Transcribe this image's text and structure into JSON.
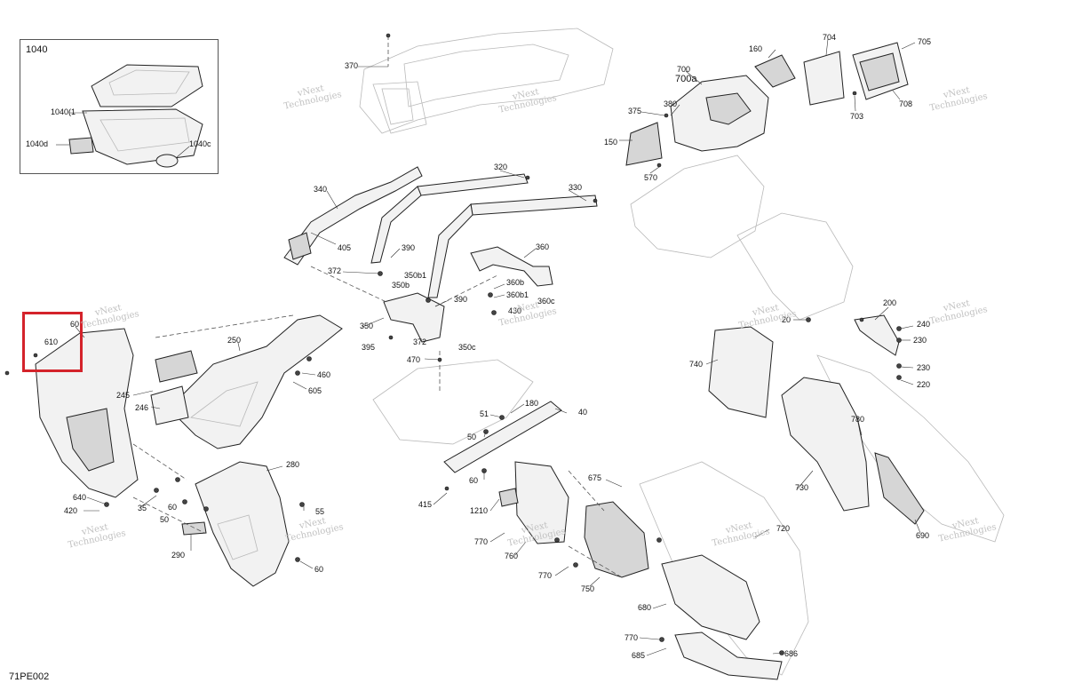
{
  "diagram": {
    "code": "71PE002",
    "inset_title": "1040",
    "watermark_brand": "vNext",
    "watermark_sub": "Technologies",
    "labels": {
      "l1040a": "1040(1",
      "l1040d": "1040d",
      "l1040c": "1040c",
      "l370": "370",
      "l340": "340",
      "l405": "405",
      "l320": "320",
      "l330": "330",
      "l390a": "390",
      "l372a": "372",
      "l350b1": "350b1",
      "l350b": "350b",
      "l390b": "390",
      "l360": "360",
      "l360b": "360b",
      "l360b1": "360b1",
      "l360c": "360c",
      "l430": "430",
      "l350": "350",
      "l372b": "372",
      "l395": "395",
      "l350c": "350c",
      "l470": "470",
      "l160": "160",
      "l704": "704",
      "l705": "705",
      "l700": "700",
      "l700a": "700a",
      "l375": "375",
      "l380": "380",
      "l150": "150",
      "l570": "570",
      "l703": "703",
      "l708": "708",
      "l20": "20",
      "l200": "200",
      "l240": "240",
      "l230a": "230",
      "l230b": "230",
      "l220": "220",
      "l740": "740",
      "l780": "780",
      "l730": "730",
      "l690": "690",
      "l610": "610",
      "l60a": "60",
      "l250": "250",
      "l460": "460",
      "l605": "605",
      "l245": "245",
      "l246": "246",
      "l280": "280",
      "l640": "640",
      "l420": "420",
      "l35": "35",
      "l60b": "60",
      "l50a": "50",
      "l55": "55",
      "l290": "290",
      "l60c": "60",
      "l180": "180",
      "l51": "51",
      "l40": "40",
      "l50b": "50",
      "l60d": "60",
      "l415": "415",
      "l1210": "1210",
      "l770a": "770",
      "l760": "760",
      "l675": "675",
      "l770b": "770",
      "l750": "750",
      "l720": "720",
      "l680": "680",
      "l770c": "770",
      "l685": "685",
      "l686": "686"
    }
  }
}
